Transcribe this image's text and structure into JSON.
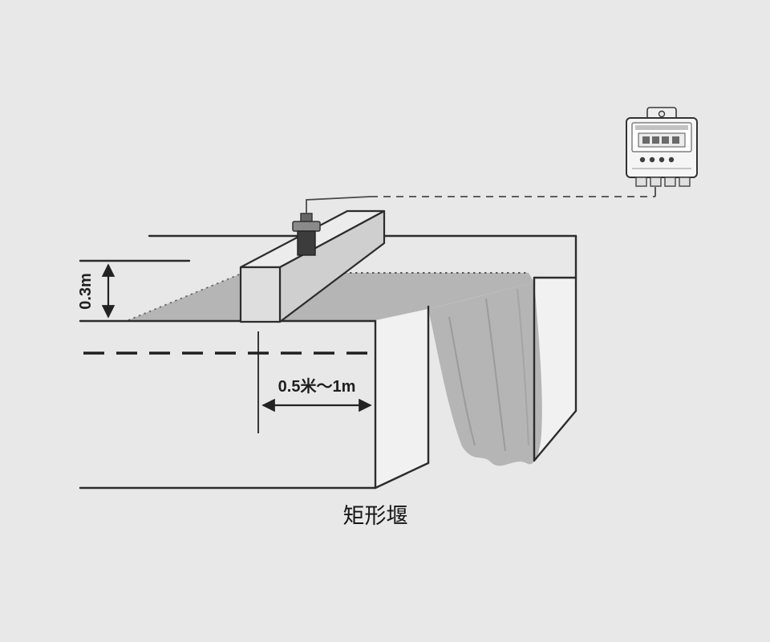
{
  "page": {
    "background": "#e8e8e8"
  },
  "diagram": {
    "caption": "矩形堰",
    "labels": {
      "height": "0.3m",
      "distance": "0.5米～1m"
    },
    "colors": {
      "line": "#2c2c2c",
      "water": "#b5b5b5",
      "wall_face": "#f1f1f1",
      "background": "#e8e8e8"
    },
    "icons": {
      "controller": "flow-controller-display-unit",
      "sensor": "ultrasonic-level-sensor",
      "cable": "signal-cable"
    }
  }
}
